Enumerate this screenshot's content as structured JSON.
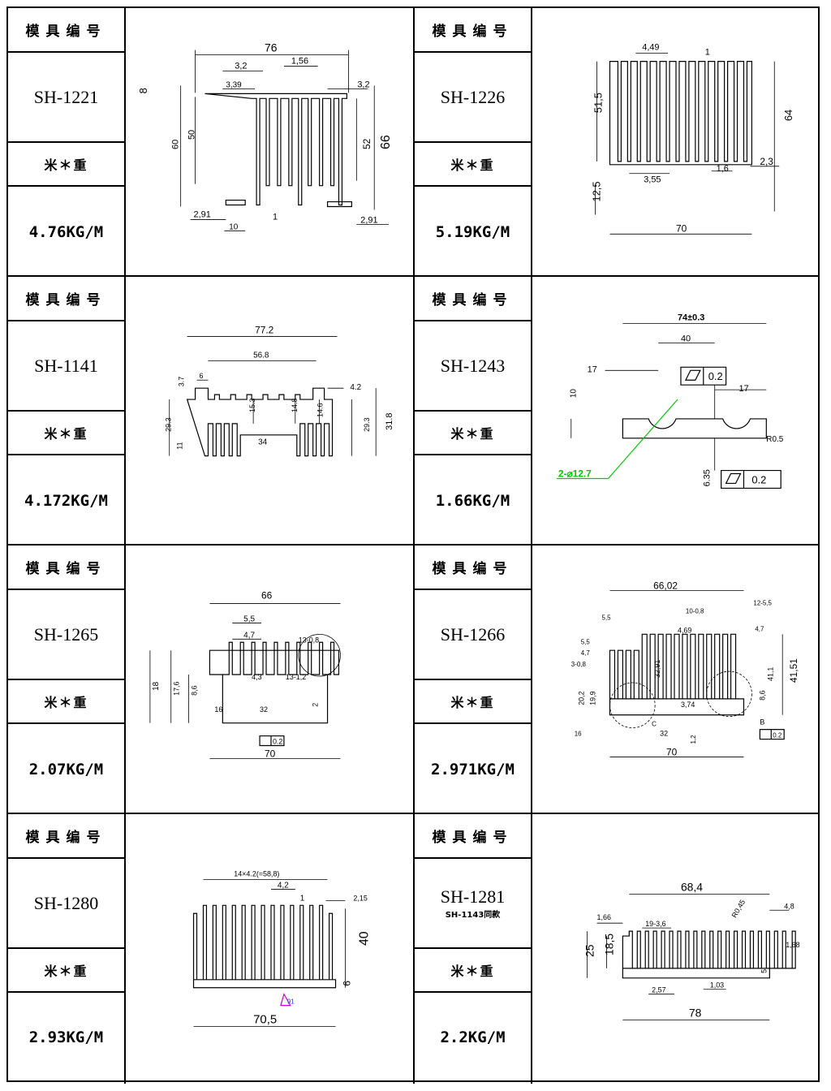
{
  "sheet": {
    "header_label": "模具编号",
    "weight_label": "米＊重",
    "items": [
      {
        "code": "SH-1221",
        "weight": "4.76KG/M",
        "dims": {
          "width": "76",
          "fin_pitch": "3,2",
          "fin_gap": "1,56",
          "offset": "3,39",
          "fin_tip": "3,2",
          "top": "8",
          "outer_h": "60",
          "inner_h": "50",
          "fin_h": "52",
          "total_h": "66",
          "foot": "2,91",
          "foot_w": "10",
          "fin_t": "1",
          "foot_r": "2,91"
        }
      },
      {
        "code": "SH-1226",
        "weight": "5.19KG/M",
        "dims": {
          "fin_pitch": "4,49",
          "fin_t": "1",
          "height": "51,5",
          "total_h": "64",
          "gap": "3,55",
          "thin": "1,6",
          "tip": "2,3",
          "base": "12,5",
          "width": "70"
        }
      },
      {
        "code": "SH-1141",
        "weight": "4.172KG/M",
        "dims": {
          "width": "77.2",
          "inner": "56.8",
          "step": "6",
          "rib": "4.2",
          "h1": "3.7",
          "h2": "15.3",
          "h3": "14.8",
          "h4": "14.6",
          "side": "29.3",
          "side_r": "29.3",
          "total": "31.8",
          "fin": "11",
          "channel": "34"
        }
      },
      {
        "code": "SH-1243",
        "weight": "1.66KG/M",
        "dims": {
          "width": "74±0.3",
          "inner": "40",
          "edge": "17",
          "edge_r": "17",
          "height": "10",
          "radius": "R0.5",
          "holes": "2-⌀12.7",
          "depth": "6.35",
          "flat": "0.2",
          "flat2": "0.2"
        }
      },
      {
        "code": "SH-1265",
        "weight": "2.07KG/M",
        "dims": {
          "width": "66",
          "pitch": "5,5",
          "fin": "4,7",
          "fins": "13-0,8",
          "gap": "4,3",
          "fins2": "13-1,2",
          "height": "18",
          "h2": "17,6",
          "h3": "8,6",
          "slot": "16",
          "channel": "32",
          "base": "70",
          "flat": "0.2",
          "t": "2"
        }
      },
      {
        "code": "SH-1266",
        "weight": "2.971KG/M",
        "dims": {
          "width": "66,02",
          "fins": "10-0,8",
          "edge": "12-5,5",
          "pitch": "5,5",
          "tip": "4,69",
          "fin": "4,7",
          "side": "5,5",
          "s2": "4,7",
          "s3": "3-0,8",
          "h1": "32,91",
          "h2": "41,1",
          "total": "41,51",
          "h3": "8,6",
          "h4": "20,2",
          "h5": "19,9",
          "gap": "3,74",
          "slot": "16",
          "channel": "32",
          "base": "70",
          "flat": "0.2",
          "t": "1,2",
          "mark_b": "B",
          "mark_c": "C"
        }
      },
      {
        "code": "SH-1280",
        "weight": "2.93KG/M",
        "dims": {
          "pitch": "14×4.2(=58,8)",
          "fin": "4,2",
          "fin_t": "1",
          "tip": "2,15",
          "height": "40",
          "base": "6",
          "width": "70,5",
          "mark": "91"
        }
      },
      {
        "code": "SH-1281",
        "note": "SH-1143同款",
        "weight": "2.2KG/M",
        "dims": {
          "width": "68,4",
          "edge": "1,66",
          "fins": "19-3,6",
          "radius": "R0,45",
          "tip": "4,8",
          "side": "1,68",
          "h1": "25",
          "h2": "18,5",
          "gap": "2,57",
          "thin": "1,03",
          "base": "5",
          "total": "78"
        }
      }
    ]
  }
}
